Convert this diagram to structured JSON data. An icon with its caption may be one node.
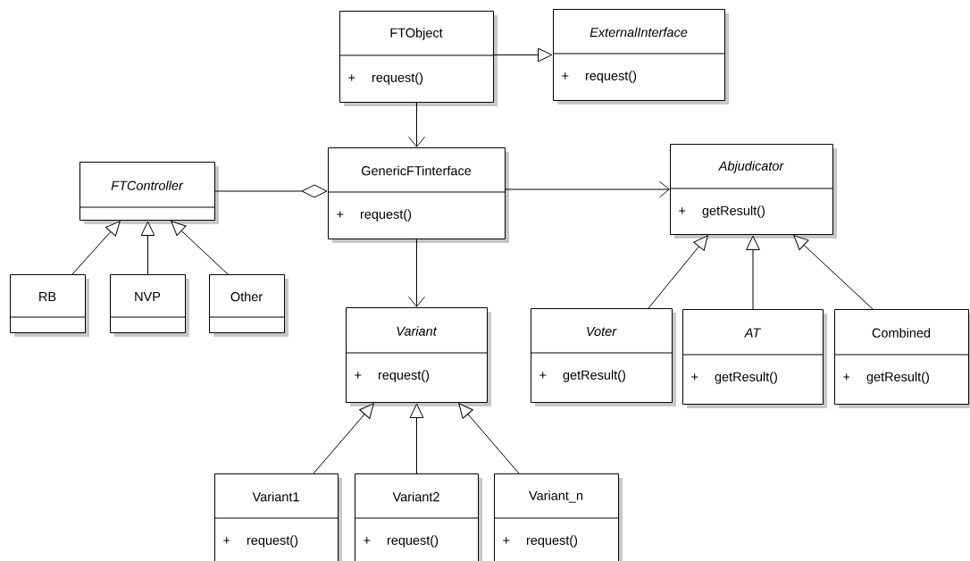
{
  "diagram": {
    "nodes": [
      {
        "text": [
          "FTObject",
          "+ request()"
        ]
      },
      {
        "text": [
          "ExternalInterface",
          "+ request()"
        ]
      },
      {
        "text": [
          "FTController"
        ]
      },
      {
        "text": [
          "GenericFTinterface",
          "+ request()"
        ]
      },
      {
        "text": [
          "Abjudicator",
          "+ getResult()"
        ]
      },
      {
        "text": [
          "RB"
        ]
      },
      {
        "text": [
          "NVP"
        ]
      },
      {
        "text": [
          "Other"
        ]
      },
      {
        "text": [
          "Variant",
          "+ request()"
        ]
      },
      {
        "text": [
          "Voter",
          "+ getResult()"
        ]
      },
      {
        "text": [
          "AT",
          "+ getResult()"
        ]
      },
      {
        "text": [
          "Combined",
          "+ getResult()"
        ]
      },
      {
        "text": [
          "Variant1",
          "+ request()"
        ]
      },
      {
        "text": [
          "Variant2",
          "+ request()"
        ]
      },
      {
        "text": [
          "Variant_n",
          "+ request()"
        ]
      }
    ],
    "edges": [
      {
        "from": 0,
        "to": 1,
        "arrow": "to"
      },
      {
        "from": 0,
        "to": 3,
        "arrow": "to"
      },
      {
        "from": 2,
        "to": 3,
        "arrow": "other"
      },
      {
        "from": 3,
        "to": 4,
        "arrow": "to"
      },
      {
        "from": 3,
        "to": 8,
        "arrow": "to"
      },
      {
        "from": 5,
        "to": 2,
        "arrow": "to"
      },
      {
        "from": 6,
        "to": 2,
        "arrow": "to"
      },
      {
        "from": 7,
        "to": 2,
        "arrow": "to"
      },
      {
        "from": 9,
        "to": 4,
        "arrow": "to"
      },
      {
        "from": 10,
        "to": 4,
        "arrow": "to"
      },
      {
        "from": 11,
        "to": 4,
        "arrow": "to"
      },
      {
        "from": 12,
        "to": 8,
        "arrow": "to"
      },
      {
        "from": 13,
        "to": 8,
        "arrow": "to"
      },
      {
        "from": 14,
        "to": 8,
        "arrow": "to"
      }
    ]
  }
}
